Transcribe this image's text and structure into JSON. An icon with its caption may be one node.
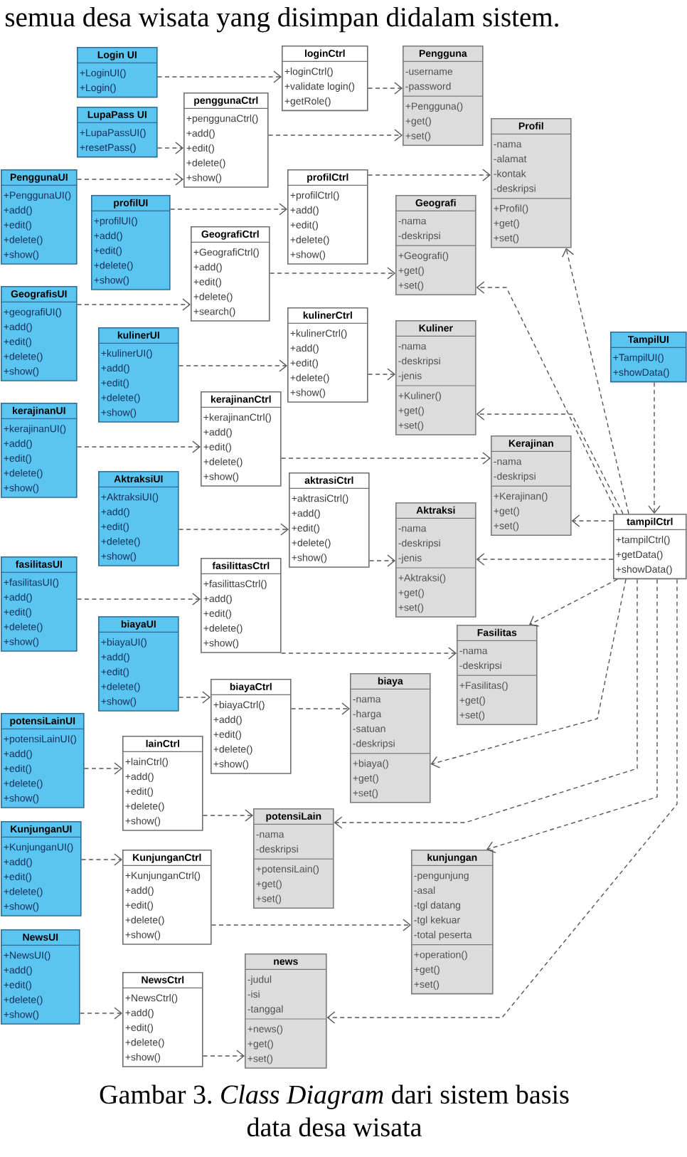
{
  "diagram": {
    "caption": "Gambar 3. *Class Diagram* dari sistem basis data desa wisata",
    "nodes": [
      {
        "text": [
          "Login UI",
          "+LoginUI()",
          "+Login()"
        ]
      },
      {
        "text": [
          "loginCtrl",
          "+loginCtrl()",
          "+validate login()",
          "+getRole()"
        ]
      },
      {
        "text": [
          "Pengguna",
          "-username",
          "-password",
          "+Pengguna()",
          "+get()",
          "+set()"
        ]
      },
      {
        "text": [
          "LupaPass UI",
          "+LupaPassUI()",
          "+resetPass()"
        ]
      },
      {
        "text": [
          "penggunaCtrl",
          "+penggunaCtrl()",
          "+add()",
          "+edit()",
          "+delete()",
          "+show()"
        ]
      },
      {
        "text": [
          "Profil",
          "-nama",
          "-alamat",
          "-kontak",
          "-deskripsi",
          "+Profil()",
          "+get()",
          "+set()"
        ]
      },
      {
        "text": [
          "PenggunaUI",
          "+PenggunaUI()",
          "+add()",
          "+edit()",
          "+delete()",
          "+show()"
        ]
      },
      {
        "text": [
          "profilCtrl",
          "+profilCtrl()",
          "+add()",
          "+edit()",
          "+delete()",
          "+show()"
        ]
      },
      {
        "text": [
          "profilUI",
          "+profilUI()",
          "+add()",
          "+edit()",
          "+delete()",
          "+show()"
        ]
      },
      {
        "text": [
          "Geografi",
          "-nama",
          "-deskripsi",
          "+Geografi()",
          "+get()",
          "+set()"
        ]
      },
      {
        "text": [
          "GeografiCtrl",
          "+GeografiCtrl()",
          "+add()",
          "+edit()",
          "+delete()",
          "+search()"
        ]
      },
      {
        "text": [
          "GeografisUI",
          "+geografiUI()",
          "+add()",
          "+edit()",
          "+delete()",
          "+show()"
        ]
      },
      {
        "text": [
          "kulinerCtrl",
          "+kulinerCtrl()",
          "+add()",
          "+edit()",
          "+delete()",
          "+show()"
        ]
      },
      {
        "text": [
          "Kuliner",
          "-nama",
          "-deskripsi",
          "-jenis",
          "+Kuliner()",
          "+get()",
          "+set()"
        ]
      },
      {
        "text": [
          "kulinerUI",
          "+kulinerUI()",
          "+add()",
          "+edit()",
          "+delete()",
          "+show()"
        ]
      },
      {
        "text": [
          "TampilUI",
          "+TampilUI()",
          "+showData()"
        ]
      },
      {
        "text": [
          "kerajinanCtrl",
          "+kerajinanCtrl()",
          "+add()",
          "+edit()",
          "+delete()",
          "+show()"
        ]
      },
      {
        "text": [
          "kerajinanUI",
          "+kerajinanUI()",
          "+add()",
          "+edit()",
          "+delete()",
          "+show()"
        ]
      },
      {
        "text": [
          "Kerajinan",
          "-nama",
          "-deskripsi",
          "+Kerajinan()",
          "+get()",
          "+set()"
        ]
      },
      {
        "text": [
          "AktraksiUI",
          "+AktraksiUI()",
          "+add()",
          "+edit()",
          "+delete()",
          "+show()"
        ]
      },
      {
        "text": [
          "aktrasiCtrl",
          "+aktrasiCtrl()",
          "+add()",
          "+edit()",
          "+delete()",
          "+show()"
        ]
      },
      {
        "text": [
          "Aktraksi",
          "-nama",
          "-deskripsi",
          "-jenis",
          "+Aktraksi()",
          "+get()",
          "+set()"
        ]
      },
      {
        "text": [
          "tampilCtrl",
          "+tampilCtrl()",
          "+getData()",
          "+showData()"
        ]
      },
      {
        "text": [
          "fasilitasUI",
          "+fasilitasUI()",
          "+add()",
          "+edit()",
          "+delete()",
          "+show()"
        ]
      },
      {
        "text": [
          "fasilittasCtrl",
          "+fasilittasCtrl()",
          "+add()",
          "+edit()",
          "+delete()",
          "+show()"
        ]
      },
      {
        "text": [
          "biayaUI",
          "+biayaUI()",
          "+add()",
          "+edit()",
          "+delete()",
          "+show()"
        ]
      },
      {
        "text": [
          "Fasilitas",
          "-nama",
          "-deskripsi",
          "+Fasilitas()",
          "+get()",
          "+set()"
        ]
      },
      {
        "text": [
          "biaya",
          "-nama",
          "-harga",
          "-satuan",
          "-deskripsi",
          "+biaya()",
          "+get()",
          "+set()"
        ]
      },
      {
        "text": [
          "biayaCtrl",
          "+biayaCtrl()",
          "+add()",
          "+edit()",
          "+delete()",
          "+show()"
        ]
      },
      {
        "text": [
          "potensiLainUI",
          "+potensiLainUI()",
          "+add()",
          "+edit()",
          "+delete()",
          "+show()"
        ]
      },
      {
        "text": [
          "lainCtrl",
          "+lainCtrl()",
          "+add()",
          "+edit()",
          "+delete()",
          "+show()"
        ]
      },
      {
        "text": [
          "potensiLain",
          "-nama",
          "-deskripsi",
          "+potensiLain()",
          "+get()",
          "+set()"
        ]
      },
      {
        "text": [
          "KunjunganUI",
          "+KunjunganUI()",
          "+add()",
          "+edit()",
          "+delete()",
          "+show()"
        ]
      },
      {
        "text": [
          "KunjunganCtrl",
          "+KunjunganCtrl()",
          "+add()",
          "+edit()",
          "+delete()",
          "+show()"
        ]
      },
      {
        "text": [
          "kunjungan",
          "-pengunjung",
          "-asal",
          "-tgl datang",
          "-tgl kekuar",
          "-total peserta",
          "+operation()",
          "+get()",
          "+set()"
        ]
      },
      {
        "text": [
          "NewsUI",
          "+NewsUI()",
          "+add()",
          "+edit()",
          "+delete()",
          "+show()"
        ]
      },
      {
        "text": [
          "news",
          "-judul",
          "-isi",
          "-tanggal",
          "+news()",
          "+get()",
          "+set()"
        ]
      },
      {
        "text": [
          "NewsCtrl",
          "+NewsCtrl()",
          "+add()",
          "+edit()",
          "+delete()",
          "+show()"
        ]
      }
    ],
    "edges": [
      {
        "from": 0,
        "to": 1,
        "arrow": "to",
        "style": "dashed"
      },
      {
        "from": 1,
        "to": 2,
        "arrow": "to",
        "style": "dashed"
      },
      {
        "from": 3,
        "to": 4,
        "arrow": "to",
        "style": "dashed"
      },
      {
        "from": 6,
        "to": 4,
        "arrow": "to",
        "style": "dashed"
      },
      {
        "from": 4,
        "to": 2,
        "arrow": "to",
        "style": "dashed"
      },
      {
        "from": 8,
        "to": 7,
        "arrow": "to",
        "style": "dashed"
      },
      {
        "from": 7,
        "to": 5,
        "arrow": "to",
        "style": "dashed"
      },
      {
        "from": 11,
        "to": 10,
        "arrow": "to",
        "style": "dashed"
      },
      {
        "from": 10,
        "to": 9,
        "arrow": "to",
        "style": "dashed"
      },
      {
        "from": 14,
        "to": 12,
        "arrow": "to",
        "style": "dashed"
      },
      {
        "from": 12,
        "to": 13,
        "arrow": "to",
        "style": "dashed"
      },
      {
        "from": 17,
        "to": 16,
        "arrow": "to",
        "style": "dashed"
      },
      {
        "from": 16,
        "to": 18,
        "arrow": "to",
        "style": "dashed"
      },
      {
        "from": 19,
        "to": 20,
        "arrow": "to",
        "style": "dashed"
      },
      {
        "from": 20,
        "to": 21,
        "arrow": "to",
        "style": "dashed"
      },
      {
        "from": 23,
        "to": 24,
        "arrow": "to",
        "style": "dashed"
      },
      {
        "from": 24,
        "to": 26,
        "arrow": "to",
        "style": "dashed"
      },
      {
        "from": 25,
        "to": 28,
        "arrow": "to",
        "style": "dashed"
      },
      {
        "from": 28,
        "to": 27,
        "arrow": "to",
        "style": "dashed"
      },
      {
        "from": 29,
        "to": 30,
        "arrow": "to",
        "style": "dashed"
      },
      {
        "from": 30,
        "to": 31,
        "arrow": "to",
        "style": "dashed"
      },
      {
        "from": 32,
        "to": 33,
        "arrow": "to",
        "style": "dashed"
      },
      {
        "from": 33,
        "to": 34,
        "arrow": "to",
        "style": "dashed"
      },
      {
        "from": 35,
        "to": 37,
        "arrow": "to",
        "style": "dashed"
      },
      {
        "from": 37,
        "to": 36,
        "arrow": "to",
        "style": "dashed"
      },
      {
        "from": 15,
        "to": 22,
        "arrow": "to",
        "style": "dashed"
      },
      {
        "from": 22,
        "to": 5,
        "arrow": "to",
        "style": "dashed"
      },
      {
        "from": 22,
        "to": 9,
        "arrow": "to",
        "style": "dashed"
      },
      {
        "from": 22,
        "to": 13,
        "arrow": "to",
        "style": "dashed"
      },
      {
        "from": 22,
        "to": 18,
        "arrow": "to",
        "style": "dashed"
      },
      {
        "from": 22,
        "to": 21,
        "arrow": "to",
        "style": "dashed"
      },
      {
        "from": 22,
        "to": 26,
        "arrow": "to",
        "style": "dashed"
      },
      {
        "from": 22,
        "to": 27,
        "arrow": "to",
        "style": "dashed"
      },
      {
        "from": 22,
        "to": 31,
        "arrow": "to",
        "style": "dashed"
      },
      {
        "from": 22,
        "to": 34,
        "arrow": "to",
        "style": "dashed"
      },
      {
        "from": 22,
        "to": 36,
        "arrow": "to",
        "style": "dashed"
      }
    ],
    "labels": [
      "semua desa wisata yang disimpan didalam sistem."
    ]
  }
}
